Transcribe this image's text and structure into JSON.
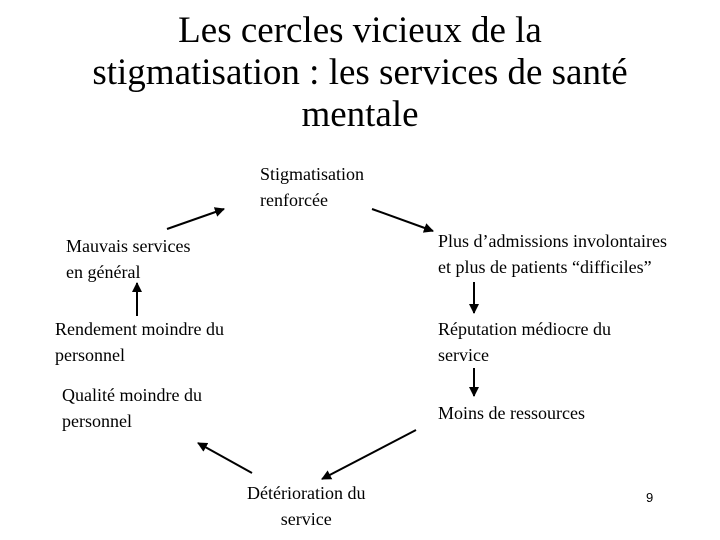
{
  "slide": {
    "title": "Les cercles vicieux de la\nstigmatisation : les services de santé\nmentale",
    "page_number": "9"
  },
  "cycle": {
    "nodes": [
      {
        "id": "stigmatisation",
        "label": "Stigmatisation\nrenforcée"
      },
      {
        "id": "admissions",
        "label": "Plus d’admissions involontaires\net plus de patients “difficiles”"
      },
      {
        "id": "reputation",
        "label": "Réputation médiocre du\n  service"
      },
      {
        "id": "ressources",
        "label": "Moins de ressources"
      },
      {
        "id": "deterioration",
        "label": "Détérioration du\nservice"
      },
      {
        "id": "qualite",
        "label": "Qualité  moindre du\npersonnel"
      },
      {
        "id": "rendement",
        "label": "Rendement moindre du\npersonnel"
      },
      {
        "id": "mauvais",
        "label": "Mauvais services\nen général"
      }
    ]
  },
  "colors": {
    "text": "#000000",
    "background": "#ffffff"
  }
}
